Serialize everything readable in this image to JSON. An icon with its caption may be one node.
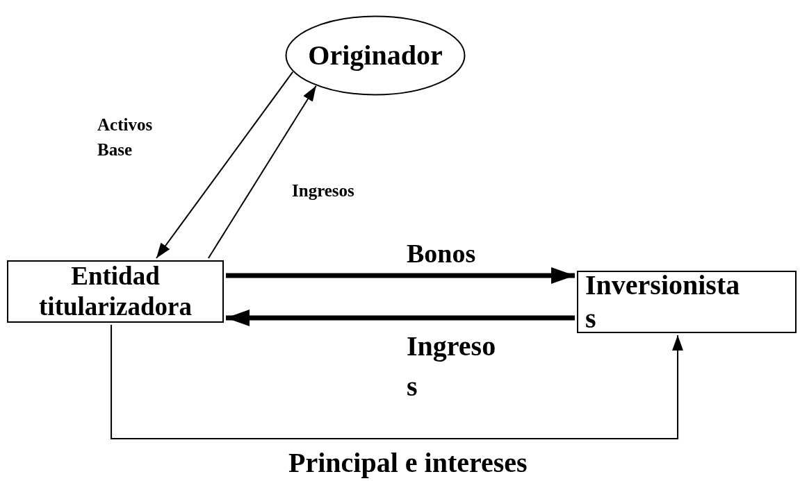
{
  "diagram": {
    "nodes": [
      {
        "text": [
          "Originador"
        ]
      },
      {
        "text": [
          "Entidad titularizadora"
        ]
      },
      {
        "text": [
          "Inversionista s"
        ]
      }
    ],
    "edges": [
      {
        "from": 0,
        "to": 1,
        "arrow": "to",
        "label": "Activos Base"
      },
      {
        "from": 1,
        "to": 0,
        "arrow": "to",
        "label": "Ingresos"
      },
      {
        "from": 1,
        "to": 2,
        "arrow": "to",
        "label": "Bonos",
        "style": "thick"
      },
      {
        "from": 2,
        "to": 1,
        "arrow": "to",
        "label": "Ingreso s",
        "style": "thick"
      },
      {
        "from": 1,
        "to": 2,
        "arrow": "to",
        "label": "Principal e intereses"
      }
    ]
  }
}
